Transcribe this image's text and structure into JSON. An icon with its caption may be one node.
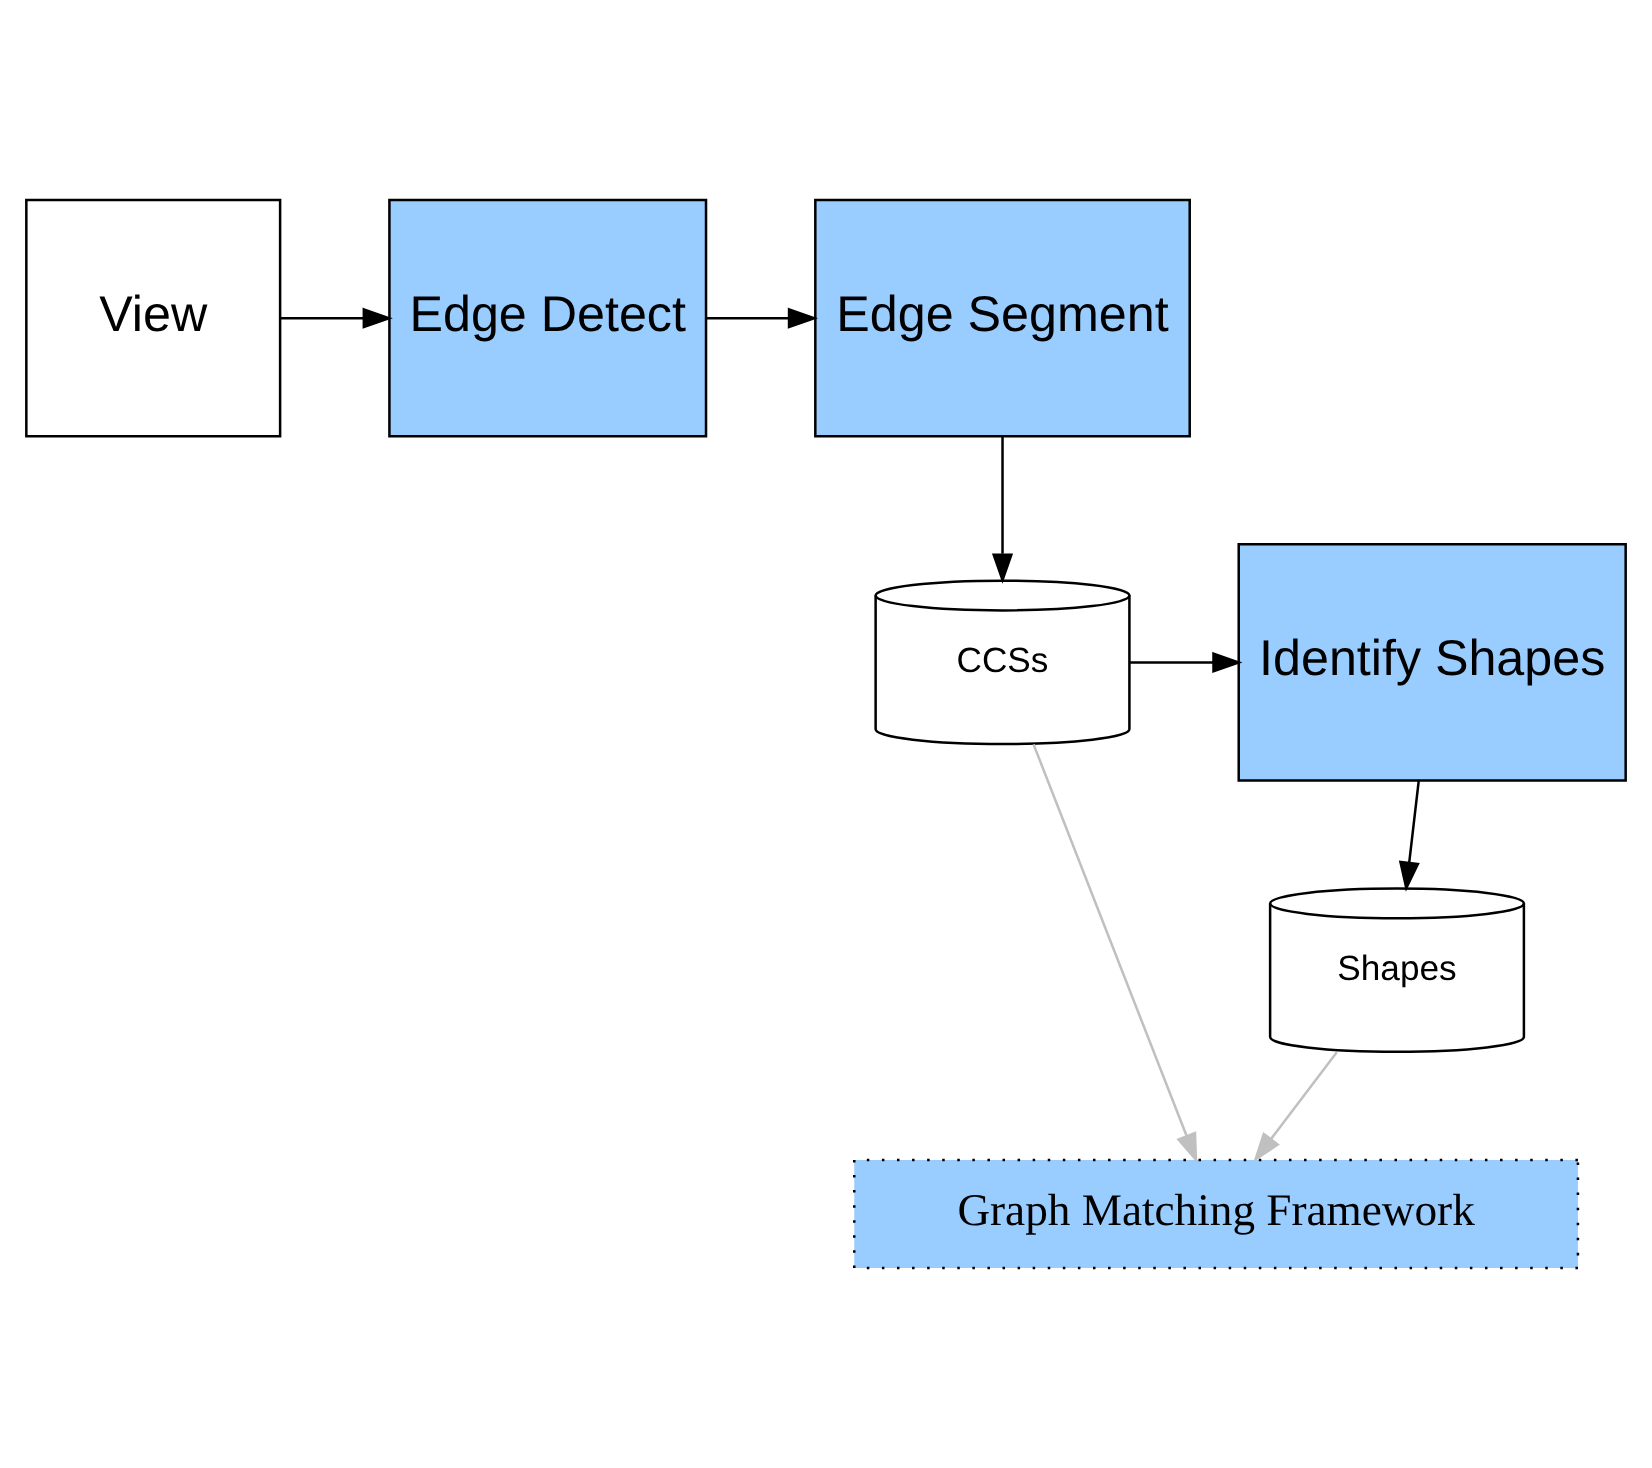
{
  "diagram": {
    "nodes": [
      {
        "text": [
          "View"
        ]
      },
      {
        "text": [
          "Edge Detect"
        ]
      },
      {
        "text": [
          "Edge Segment"
        ]
      },
      {
        "text": [
          "CCSs"
        ]
      },
      {
        "text": [
          "Identify Shapes"
        ]
      },
      {
        "text": [
          "Shapes"
        ]
      },
      {
        "text": [
          "Graph Matching Framework"
        ]
      }
    ],
    "edges": [
      {
        "from": 0,
        "to": 1,
        "arrow": "to"
      },
      {
        "from": 1,
        "to": 2,
        "arrow": "to"
      },
      {
        "from": 2,
        "to": 3,
        "arrow": "to"
      },
      {
        "from": 3,
        "to": 4,
        "arrow": "to"
      },
      {
        "from": 4,
        "to": 5,
        "arrow": "to"
      },
      {
        "from": 3,
        "to": 6,
        "arrow": "to",
        "color": "#c0c0c0"
      },
      {
        "from": 5,
        "to": 6,
        "arrow": "to",
        "color": "#c0c0c0"
      }
    ]
  }
}
